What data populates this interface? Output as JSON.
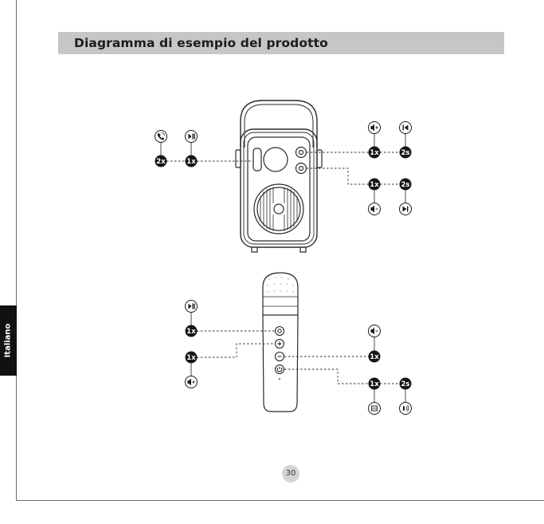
{
  "page": {
    "title": "Diagramma di esempio del prodotto",
    "language_tab": "Italiano",
    "page_number": "30"
  },
  "speaker": {
    "left_badges": [
      {
        "label": "2x",
        "icon": "phone-call-icon"
      },
      {
        "label": "1x",
        "icon": "play-pause-icon"
      }
    ],
    "upper_right_badges": [
      {
        "label": "1x",
        "icon": "volume-up-icon"
      },
      {
        "label": "2s",
        "icon": "previous-track-icon"
      }
    ],
    "lower_right_badges": [
      {
        "label": "1x",
        "icon": "volume-down-icon"
      },
      {
        "label": "2s",
        "icon": "next-track-icon"
      }
    ]
  },
  "microphone": {
    "left_badges": [
      {
        "label": "1x",
        "icon": "play-pause-icon"
      },
      {
        "label": "1x",
        "icon": "volume-up-icon"
      }
    ],
    "right_badges": [
      {
        "label": "1x",
        "icon": "volume-down-icon"
      },
      {
        "label": "1x",
        "icon": "mode-icon"
      },
      {
        "label": "2s",
        "icon": "power-icon"
      }
    ]
  },
  "colors": {
    "badge_fill": "#151515",
    "title_bar": "#c6c6c6",
    "line": "#333333"
  }
}
